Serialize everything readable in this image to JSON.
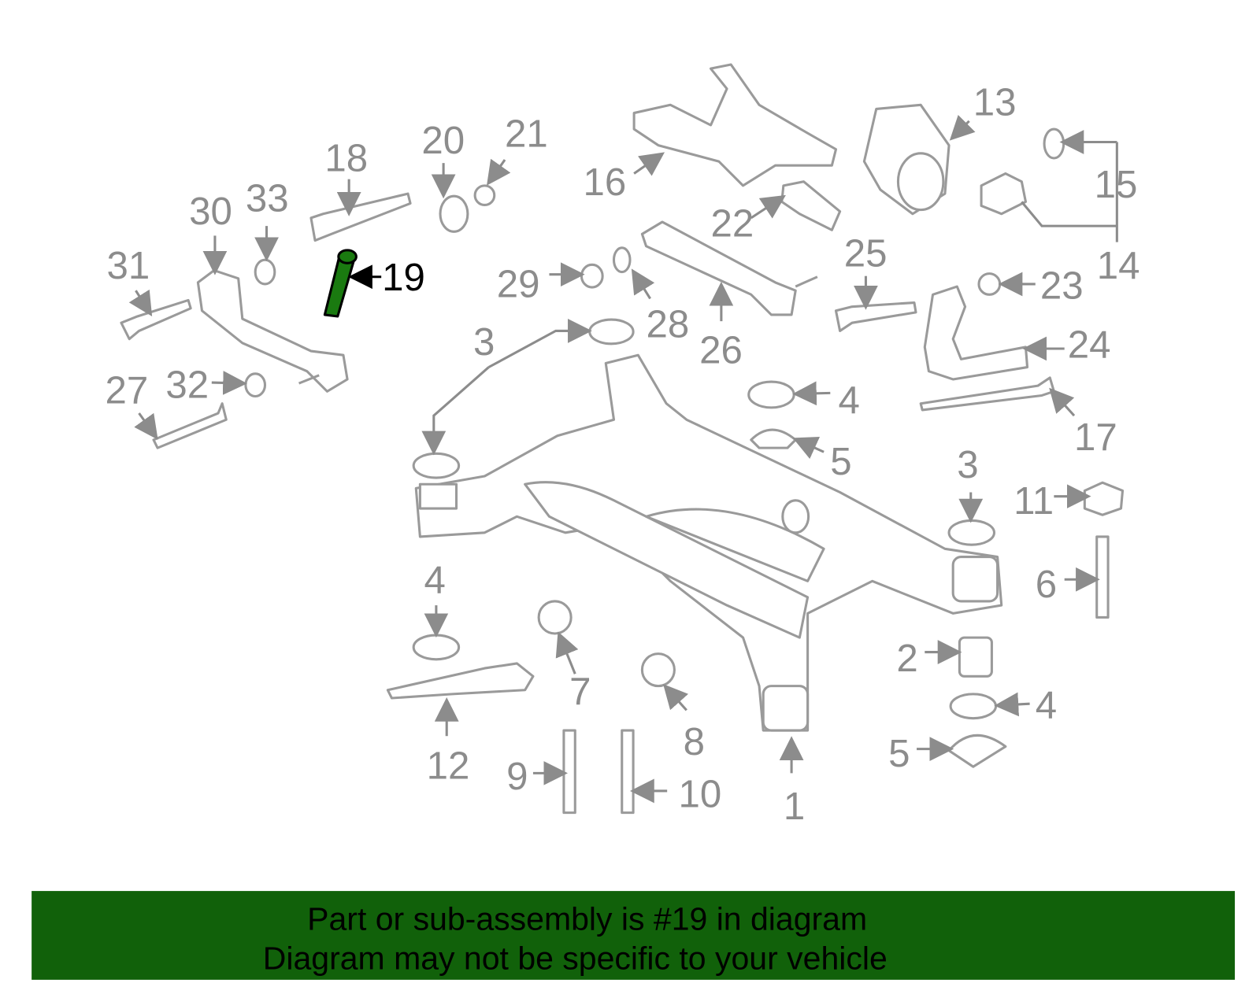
{
  "diagram": {
    "highlight_part": "19",
    "colors": {
      "highlight": "#1a7a10",
      "banner": "#11610a",
      "parts": "#9a9a9a"
    },
    "callouts": [
      "13",
      "15",
      "14",
      "16",
      "22",
      "18",
      "20",
      "21",
      "30",
      "33",
      "31",
      "19",
      "29",
      "28",
      "26",
      "25",
      "23",
      "24",
      "3",
      "4",
      "5",
      "17",
      "27",
      "32",
      "3",
      "11",
      "6",
      "4",
      "2",
      "4",
      "7",
      "8",
      "12",
      "5",
      "9",
      "10",
      "1"
    ]
  },
  "banner": {
    "line1": "Part or sub-assembly is #19 in diagram",
    "line2": "Diagram may not be specific to your vehicle"
  }
}
